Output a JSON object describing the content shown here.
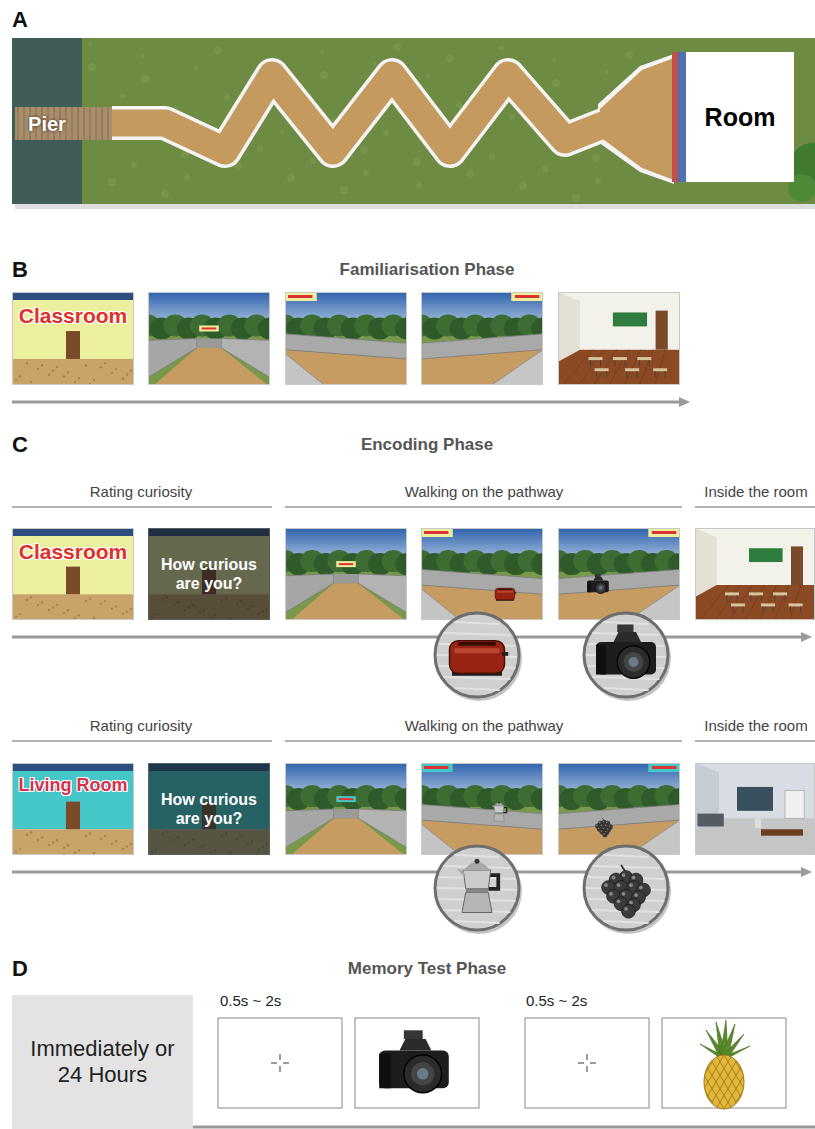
{
  "diagram": {
    "nodes": [
      {
        "text": [
          "Pier"
        ]
      },
      {
        "text": [
          "Room"
        ]
      },
      {
        "text": [
          "Classroom"
        ]
      },
      {
        "text": [
          "Classroom"
        ]
      },
      {
        "text": [
          "How curious are you?"
        ]
      },
      {
        "text": [
          "Living Room"
        ]
      },
      {
        "text": [
          "How curious are you?"
        ]
      },
      {
        "text": [
          "Immediately or 24 Hours"
        ]
      }
    ],
    "labels": [
      "A",
      "B",
      "Familiarisation Phase",
      "C",
      "Encoding Phase",
      "Rating curiosity",
      "Walking on the pathway",
      "Inside the room",
      "Rating curiosity",
      "Walking on the pathway",
      "Inside the room",
      "D",
      "Memory Test Phase",
      "0.5s ~ 2s",
      "0.5s ~ 2s"
    ]
  }
}
